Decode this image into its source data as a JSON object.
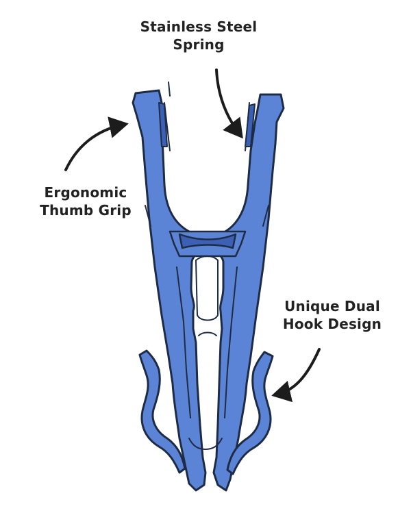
{
  "colors": {
    "clip_fill": "#5b84d6",
    "clip_shadow": "#3c61b4",
    "outline": "#1e2b45",
    "arrow": "#1c1c1c",
    "text": "#222222"
  },
  "callouts": {
    "spring": {
      "line1": "Stainless Steel",
      "line2": "Spring"
    },
    "grip": {
      "line1": "Ergonomic",
      "line2": "Thumb Grip"
    },
    "hook": {
      "line1": "Unique Dual",
      "line2": "Hook Design"
    }
  },
  "icons": {
    "arrow_spring": "curved-arrow-icon",
    "arrow_grip": "curved-arrow-icon",
    "arrow_hook": "curved-arrow-icon"
  }
}
